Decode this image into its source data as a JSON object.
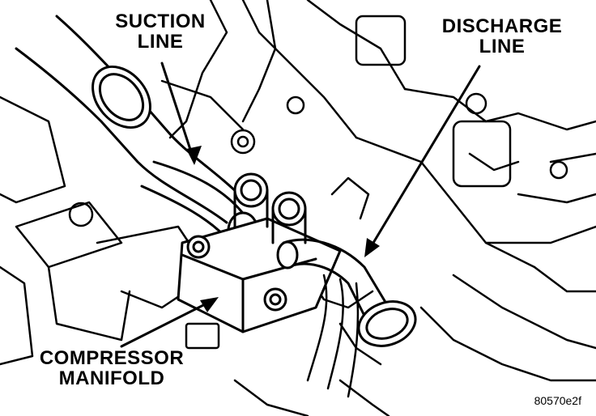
{
  "labels": {
    "suction": {
      "line1": "SUCTION",
      "line2": "LINE"
    },
    "discharge": {
      "line1": "DISCHARGE",
      "line2": "LINE"
    },
    "compressor": {
      "line1": "COMPRESSOR",
      "line2": "MANIFOLD"
    },
    "figure_code": "80570e2f"
  },
  "colors": {
    "ink": "#000000",
    "paper": "#ffffff"
  }
}
